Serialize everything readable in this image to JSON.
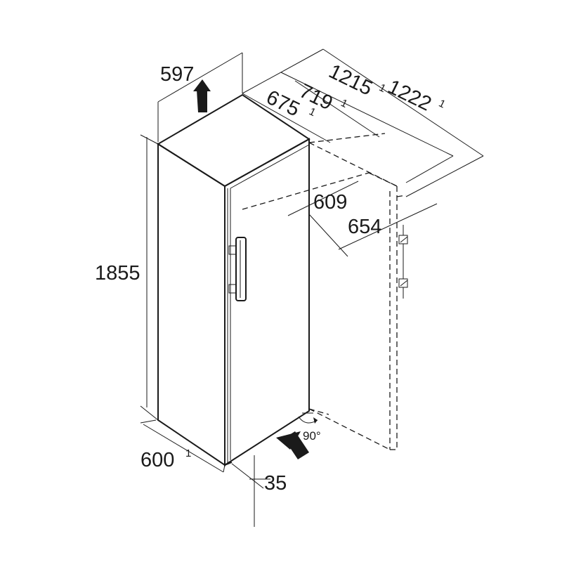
{
  "dimensions": {
    "width_top": "597",
    "depth_total_door_open": "1222",
    "depth_door_open_90": "1215",
    "depth_with_handle": "719",
    "depth_body": "675",
    "height": "1855",
    "width_bottom": "600",
    "inner_depth": "609",
    "depth_to_wall": "654",
    "base_gap": "35",
    "door_angle": "90°"
  },
  "footnote_marker": "1",
  "colors": {
    "line": "#1a1a1a",
    "background": "#ffffff"
  },
  "icons": [
    "arrow-up-icon",
    "arrow-right-icon",
    "rotation-arc-icon"
  ]
}
